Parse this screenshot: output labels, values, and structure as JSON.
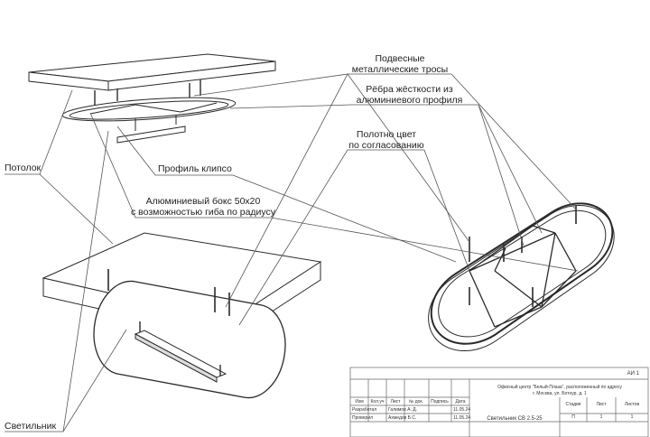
{
  "callouts": {
    "cables_line1": "Подвесные",
    "cables_line2": "металлические тросы",
    "ribs_line1": "Рёбра жёсткости из",
    "ribs_line2": "алюминиевого профиля",
    "canvas_line1": "Полотно цвет",
    "canvas_line2": "по согласованию",
    "clip_profile": "Профиль клипсо",
    "box_line1": "Алюминиевый бокс 50х20",
    "box_line2": "с возможностью гиба по радиусу",
    "ceiling": "Потолок",
    "luminaire": "Светильник"
  },
  "title_block": {
    "sheet_code": "АИ 1",
    "address_line1": "Офисный центр \"Белый-Плаза\", расположенный по адресу",
    "address_line2": "г. Москва, ул. Ботнур, д. 1",
    "header_cells": [
      "Изм",
      "Кол.уч",
      "Лист",
      "№ док.",
      "Подпись",
      "Дата"
    ],
    "role_developed": "Разработал",
    "role_checked": "Проверил",
    "name_developed": "Галимов А. Д.",
    "name_checked": "Ахмедов Б.С.",
    "date_developed": "11.05.24",
    "date_checked": "11.05.24",
    "product_name": "Светильник СВ 2.5-25",
    "stage_label": "Стадия",
    "sheet_label": "Лист",
    "sheets_label": "Листов",
    "stage_value": "П",
    "sheet_value": "1",
    "sheets_value": "1"
  },
  "colors": {
    "line": "#2a2a2a",
    "leader": "#555555",
    "background": "#ffffff"
  }
}
